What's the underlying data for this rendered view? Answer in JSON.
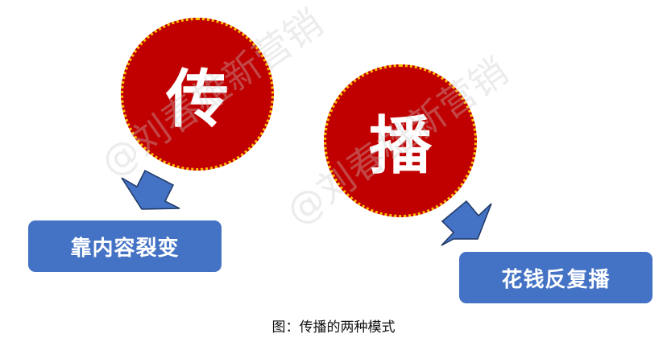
{
  "circles": [
    {
      "label": "传"
    },
    {
      "label": "播"
    }
  ],
  "boxes": [
    {
      "label": "靠内容裂变"
    },
    {
      "label": "花钱反复播"
    }
  ],
  "caption": "图：传播的两种模式",
  "watermark": "@刘春雄新营销",
  "colors": {
    "circle_fill": "#C00000",
    "circle_border": "#FFC000",
    "box_fill": "#4472C4",
    "arrow_fill": "#4472C4",
    "arrow_stroke": "#1F3864"
  }
}
